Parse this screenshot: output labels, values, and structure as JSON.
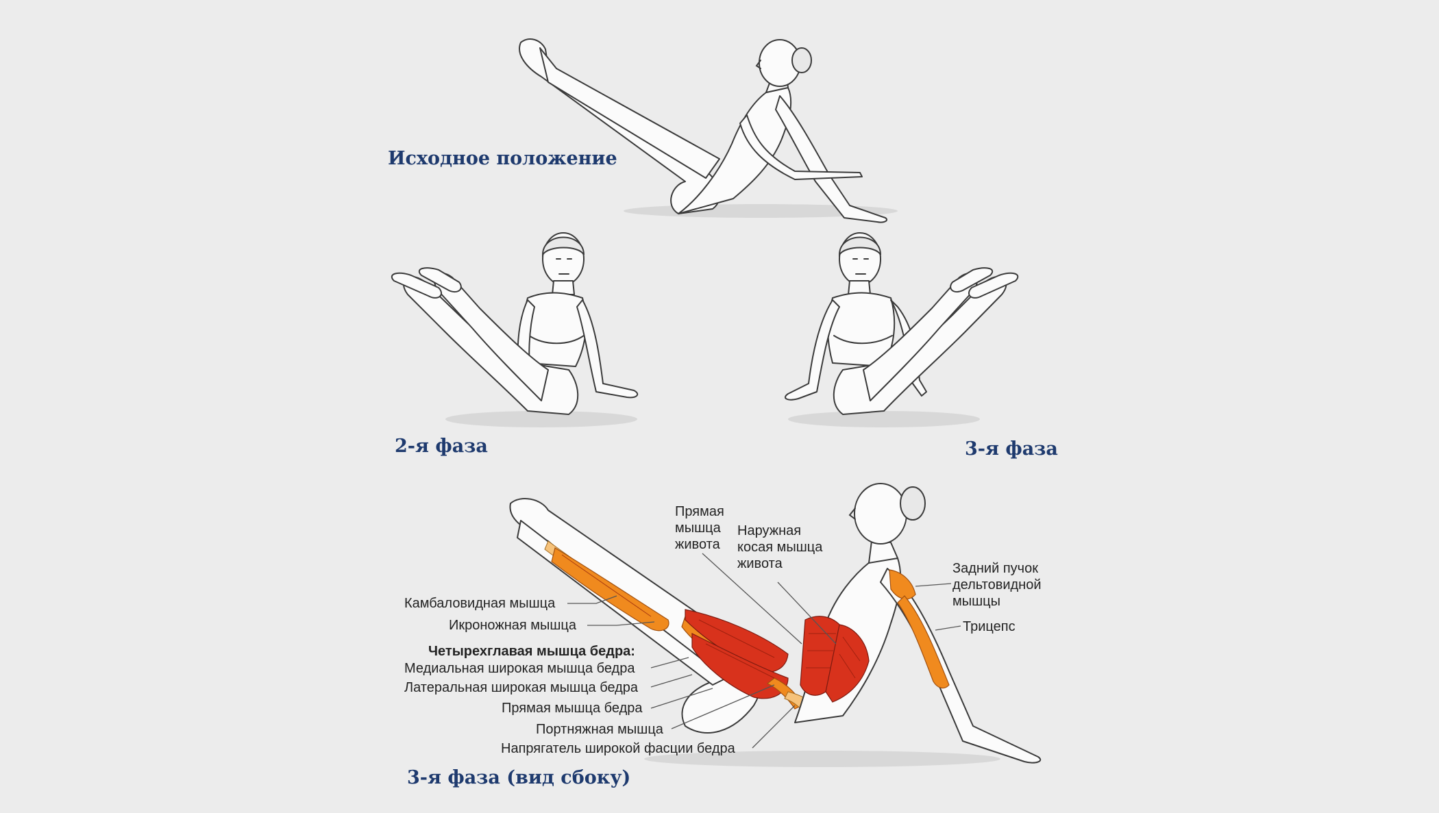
{
  "phases": {
    "start": "Исходное положение",
    "phase2": "2-я фаза",
    "phase3": "3-я фаза",
    "phase3_side": "3-я фаза (вид сбоку)"
  },
  "labels_left": {
    "soleus": "Камбаловидная мышца",
    "gastrocnemius": "Икроножная мышца",
    "quadriceps_header": "Четырехглавая мышца бедра:",
    "vastus_medialis": "Медиальная широкая мышца бедра",
    "vastus_lateralis": "Латеральная широкая мышца бедра",
    "rectus_femoris": "Прямая мышца бедра",
    "sartorius": "Портняжная мышца",
    "tfl": "Напрягатель широкой фасции бедра"
  },
  "labels_top": {
    "rectus_abdominis": [
      "Прямая",
      "мышца",
      "живота"
    ],
    "external_oblique": [
      "Наружная",
      "косая мышца",
      "живота"
    ]
  },
  "labels_right": {
    "posterior_deltoid": [
      "Задний пучок",
      "дельтовидной",
      "мышцы"
    ],
    "triceps": "Трицепс"
  },
  "colors": {
    "title": "#1e3a6e",
    "muscle_red": "#d8321c",
    "muscle_orange": "#f08a1e",
    "background": "#ececec"
  }
}
